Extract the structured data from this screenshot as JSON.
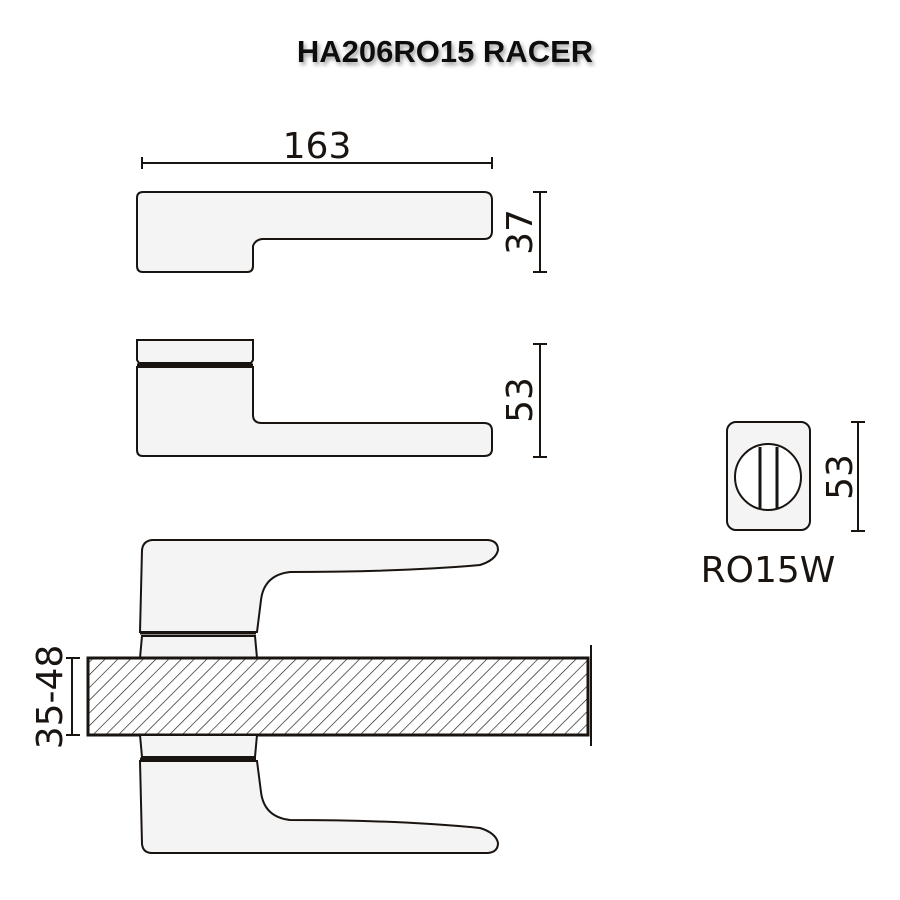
{
  "title": "HA206RO15  RACER",
  "dimensions": {
    "length": "163",
    "top_view_height": "37",
    "side_view_height": "53",
    "door_thickness": "35-48",
    "rose_height": "53"
  },
  "rose": {
    "label": "RO15W"
  },
  "colors": {
    "line": "#1a1410",
    "fill": "#f4f4f4"
  }
}
